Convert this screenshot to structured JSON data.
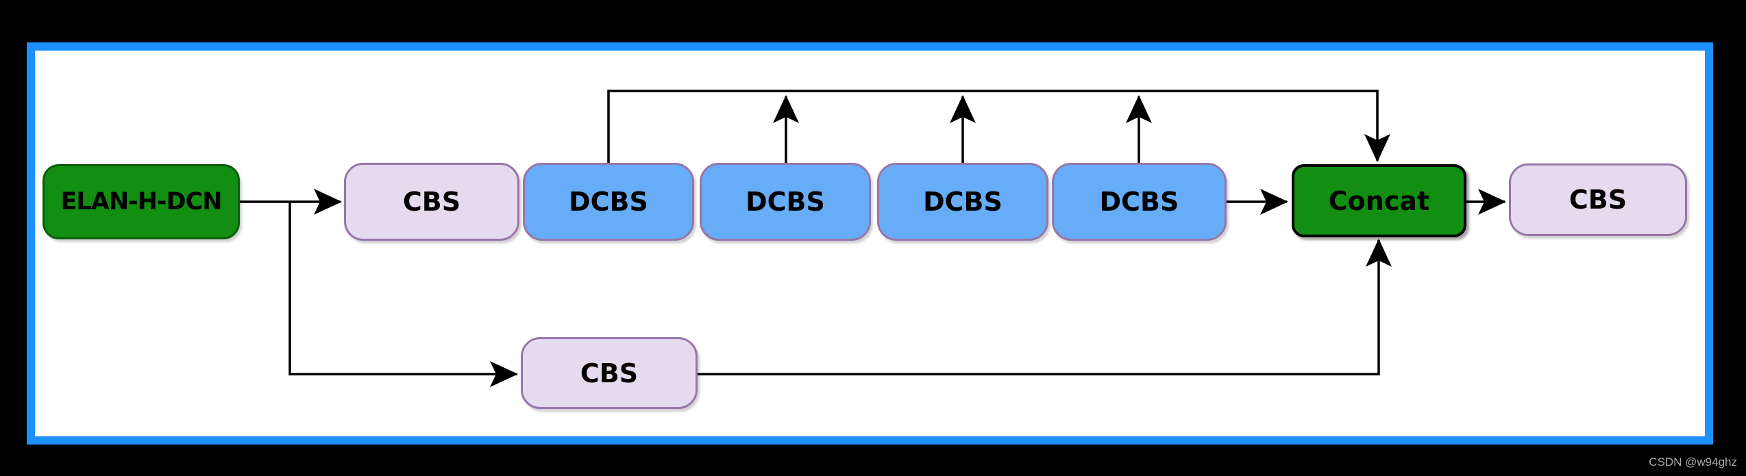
{
  "diagram": {
    "title_node": "ELAN-H-DCN",
    "nodes": [
      {
        "id": "elan",
        "label": "ELAN-H-DCN",
        "type": "green"
      },
      {
        "id": "cbs-top",
        "label": "CBS",
        "type": "lavender"
      },
      {
        "id": "dcbs-1",
        "label": "DCBS",
        "type": "blue"
      },
      {
        "id": "dcbs-2",
        "label": "DCBS",
        "type": "blue"
      },
      {
        "id": "dcbs-3",
        "label": "DCBS",
        "type": "blue"
      },
      {
        "id": "dcbs-4",
        "label": "DCBS",
        "type": "blue"
      },
      {
        "id": "concat",
        "label": "Concat",
        "type": "green-black-border"
      },
      {
        "id": "cbs-right",
        "label": "CBS",
        "type": "lavender"
      },
      {
        "id": "cbs-bottom",
        "label": "CBS",
        "type": "lavender"
      }
    ],
    "edges": [
      {
        "from": "elan",
        "to": "cbs-top",
        "arrow": true
      },
      {
        "from": "elan",
        "to": "cbs-bottom",
        "arrow": true
      },
      {
        "from": "dcbs-1",
        "to": "concat-bus",
        "arrow": false
      },
      {
        "from": "dcbs-2",
        "to": "concat-bus",
        "arrow": true
      },
      {
        "from": "dcbs-3",
        "to": "concat-bus",
        "arrow": true
      },
      {
        "from": "dcbs-4",
        "to": "concat-bus",
        "arrow": true
      },
      {
        "from": "concat-bus",
        "to": "concat",
        "arrow": true
      },
      {
        "from": "dcbs-4",
        "to": "concat",
        "arrow": true
      },
      {
        "from": "cbs-bottom",
        "to": "concat",
        "arrow": true
      },
      {
        "from": "concat",
        "to": "cbs-right",
        "arrow": true
      }
    ]
  },
  "watermark": {
    "text": "CSDN @w94ghz"
  },
  "colors": {
    "background": "#000000",
    "frame_blue": "#1E90FF",
    "canvas_white": "#FFFFFF",
    "green_fill": "#128E12",
    "green_border": "#0A5F0A",
    "lavender_fill": "#E6DAEE",
    "blue_fill": "#66ACF7",
    "purple_border": "#9776A8",
    "connector_black": "#000000",
    "watermark_gray": "#A9A9A9"
  }
}
